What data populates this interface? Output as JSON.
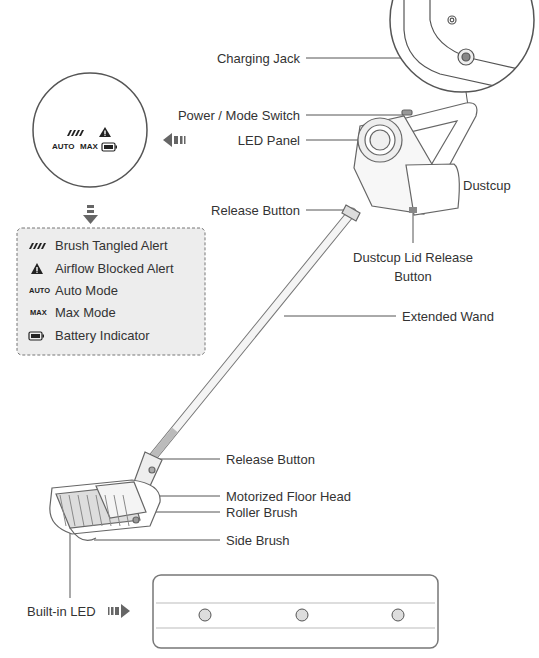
{
  "diagram": {
    "nodes": [
      {
        "text": [
          "AUTO",
          "MAX"
        ]
      }
    ],
    "labels": [
      "Charging Jack",
      "Power / Mode Switch",
      "LED Panel",
      "Release Button",
      "Dustcup",
      "Dustcup Lid Release Button",
      "Extended Wand",
      "Release Button",
      "Motorized Floor Head",
      "Roller Brush",
      "Side Brush",
      "Built-in LED",
      "AUTO",
      "MAX"
    ],
    "legend": [
      {
        "text": "Brush Tangled Alert"
      },
      {
        "text": "Airflow Blocked Alert"
      },
      {
        "text": "Auto Mode"
      },
      {
        "text": "Max Mode"
      },
      {
        "text": "Battery Indicator"
      }
    ]
  }
}
